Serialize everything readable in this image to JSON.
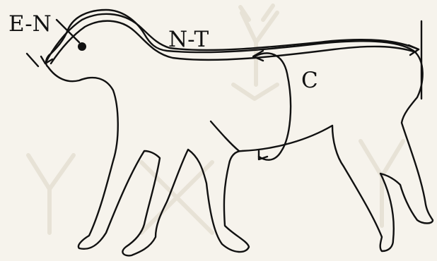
{
  "diagram": {
    "labels": {
      "eye_to_nose": "E-N",
      "nose_to_tail": "N-T",
      "chest_girth": "C"
    },
    "icons": {
      "subject": "dog-silhouette-icon",
      "watermark": "deer-head-watermark-icon"
    },
    "colors": {
      "background": "#f6f3ec",
      "ink": "#111111",
      "watermark": "#e7e2d6"
    }
  }
}
